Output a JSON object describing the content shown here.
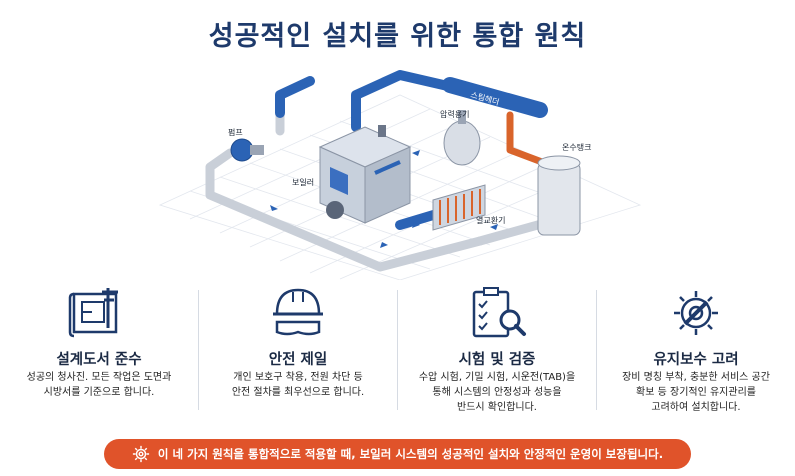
{
  "title": "성공적인 설치를 위한 통합 원칙",
  "diagram": {
    "labels": {
      "pump": "펌프",
      "boiler": "보일러",
      "expansion_tank": "압력용기",
      "header": "스팀헤더",
      "hot_water_tank": "온수탱크",
      "heat_exchanger": "열교환기"
    }
  },
  "principles": [
    {
      "icon": "blueprint-caliper-icon",
      "title": "설계도서 준수",
      "desc_1": "성공의 청사진. 모든 작업은 도면과",
      "desc_2": "시방서를 기준으로 합니다."
    },
    {
      "icon": "safety-helmet-goggles-icon",
      "title": "안전 제일",
      "desc_1": "개인 보호구 착용, 전원 차단 등",
      "desc_2": "안전 절차를 최우선으로 합니다."
    },
    {
      "icon": "checklist-magnifier-icon",
      "title": "시험 및 검증",
      "desc_1": "수압 시험, 기밀 시험, 시운전(TAB)을",
      "desc_2": "통해 시스템의 안정성과 성능을",
      "desc_3": "반드시 확인합니다."
    },
    {
      "icon": "gear-wrench-icon",
      "title": "유지보수 고려",
      "desc_1": "장비 명칭 부착, 충분한 서비스 공간",
      "desc_2": "확보 등 장기적인 유지관리를",
      "desc_3": "고려하여 설치합니다."
    }
  ],
  "footer": {
    "icon": "gear-icon",
    "text": "이 네 가지 원칙을 통합적으로 적용할 때, 보일러 시스템의 성공적인 설치와 안정적인 운영이 보장됩니다."
  },
  "colors": {
    "title": "#1e3a6b",
    "pipe_blue": "#2b63b5",
    "pipe_orange": "#d9642b",
    "pipe_gray": "#c9cfd8",
    "footer_bg": "#e0532a"
  }
}
